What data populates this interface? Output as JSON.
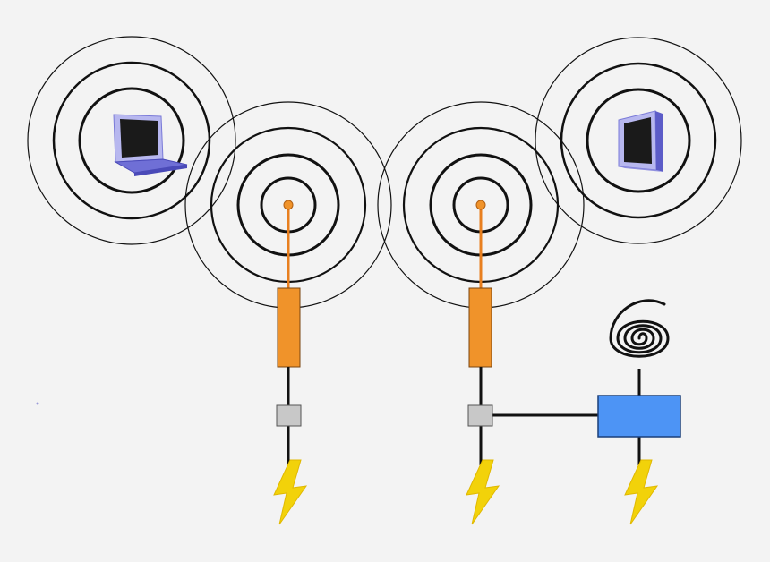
{
  "colors": {
    "background": "#f3f3f3",
    "ring_stroke": "#111111",
    "antenna": "#f0932a",
    "connector": "#c8c8c8",
    "controller": "#4d94f5",
    "power": "#f2d20a",
    "screen": "#1a1a1a",
    "device_frame": "#b7b7ef",
    "device_dark": "#6767d8"
  },
  "nodes": [
    {
      "id": "laptop-client",
      "kind": "laptop-icon"
    },
    {
      "id": "access-point-1",
      "kind": "antenna-icon"
    },
    {
      "id": "access-point-2",
      "kind": "antenna-icon"
    },
    {
      "id": "monitor-client",
      "kind": "monitor-icon"
    },
    {
      "id": "controller",
      "kind": "controller-box"
    },
    {
      "id": "signal-spiral",
      "kind": "spiral-icon"
    }
  ],
  "power_sources": [
    "lightning-bolt-icon",
    "lightning-bolt-icon",
    "lightning-bolt-icon"
  ]
}
